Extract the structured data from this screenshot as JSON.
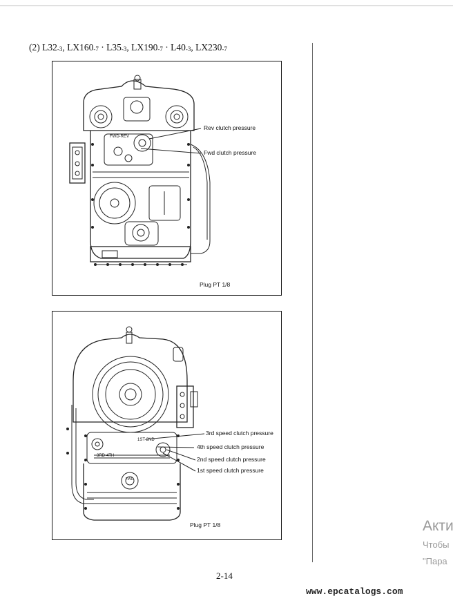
{
  "heading": {
    "prefix": "(2) ",
    "models": [
      {
        "base": "L32",
        "sub": "-3",
        "sep": ", "
      },
      {
        "base": "LX160",
        "sub": "-7",
        "sep": " · "
      },
      {
        "base": "L35",
        "sub": "-3",
        "sep": ", "
      },
      {
        "base": "LX190",
        "sub": "-7",
        "sep": " · "
      },
      {
        "base": "L40",
        "sub": "-3",
        "sep": ", "
      },
      {
        "base": "LX230",
        "sub": "-7",
        "sep": ""
      }
    ]
  },
  "figure1": {
    "labels": {
      "rev": "Rev clutch pressure",
      "fwd": "Fwd clutch pressure",
      "plug": "Plug PT 1/8",
      "casting": "FWD-REV"
    }
  },
  "figure2": {
    "labels": {
      "third": "3rd speed clutch pressure",
      "fourth": "4th speed clutch pressure",
      "second": "2nd speed clutch pressure",
      "first": "1st speed clutch pressure",
      "plug": "Plug PT 1/8",
      "casting_a": "1ST-2ND",
      "casting_b": "3RD-4TH",
      "casting_c": "FWD"
    }
  },
  "page_number": "2-14",
  "watermark": "www.epcatalogs.com",
  "os_overlay": {
    "line1": "Акти",
    "line2": "Чтобы",
    "line3": "\"Пара"
  }
}
